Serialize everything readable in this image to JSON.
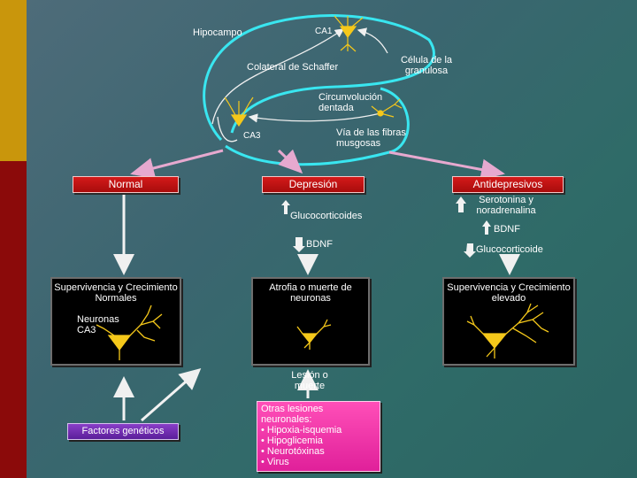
{
  "labels": {
    "hipocampo": "Hipocampo",
    "ca1": "CA1",
    "colateral": "Colateral de Schaffer",
    "celula_granulosa": "Célula de la granulosa",
    "circunvolucion": "Circunvolución dentada",
    "ca3": "CA3",
    "via_fibras": "Vía de las fibras musgosas"
  },
  "boxes": {
    "normal": "Normal",
    "depresion": "Depresión",
    "antidepresivos": "Antidepresivos",
    "supervivencia_normal": "Supervivencia y Crecimiento Normales",
    "neuronas_ca3": "Neuronas CA3",
    "atrofia": "Atrofia o muerte de neuronas",
    "supervivencia_elevado": "Supervivencia y Crecimiento elevado",
    "factores": "Factores genéticos",
    "lesion": "Lesión o muerte"
  },
  "effects": {
    "glucocorticoides_up": "Glucocorticoides",
    "bdnf_down": "BDNF",
    "serotonina": "Serotonina y noradrenalina",
    "bdnf_up": "BDNF",
    "glucocorticoide_down": "Glucocorticoide"
  },
  "lesiones": {
    "title": "Otras lesiones neuronales:",
    "items": [
      "Hipoxia-isquemia",
      "Hipoglicemia",
      "Neurotóxinas",
      "Virus"
    ]
  },
  "colors": {
    "accent_cyan": "#39e6f0",
    "neuron_yellow": "#f5c81a",
    "arrow_pink": "#e6a9cf",
    "box_red": "#c41212"
  }
}
